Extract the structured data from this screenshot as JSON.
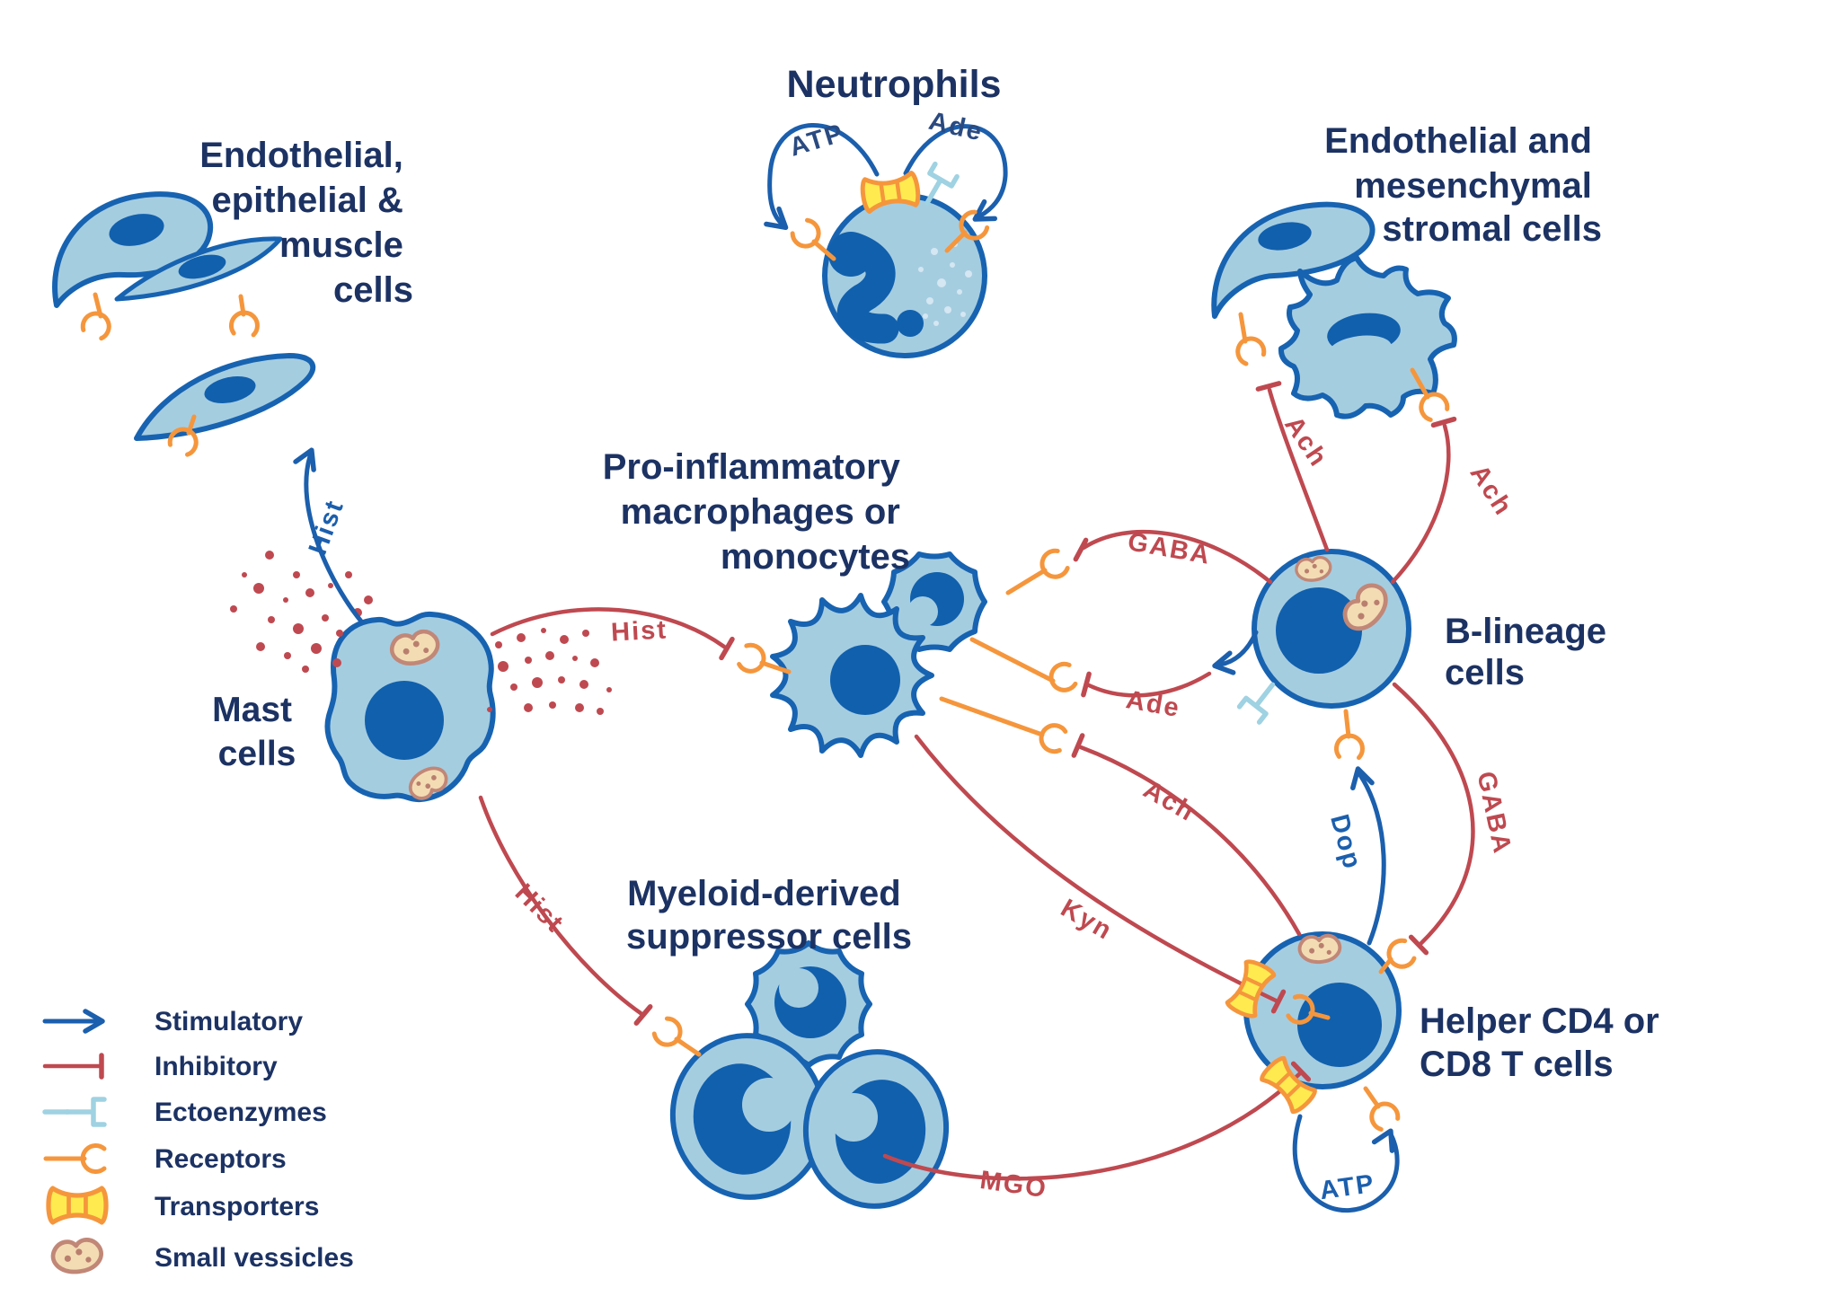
{
  "colors": {
    "background": "#ffffff",
    "cell_fill": "#a5cde0",
    "cell_outline": "#1763b1",
    "nucleus": "#1160ad",
    "label_text": "#1c3263",
    "stimulatory_blue": "#1b5fad",
    "inhibitory_red": "#bf4950",
    "receptor_orange": "#f5963c",
    "transporter_yellow": "#ffeb50",
    "ectoenzyme_blue": "#9fd2e2",
    "vesicle_fill": "#f3dcb4",
    "vesicle_outline": "#c18777"
  },
  "cells": {
    "neutrophils": {
      "label_lines": [
        "Neutrophils"
      ]
    },
    "endothelial_epithelial_muscle": {
      "label_lines": [
        "Endothelial,",
        "epithelial &",
        "muscle",
        "cells"
      ]
    },
    "endothelial_mesenchymal": {
      "label_lines": [
        "Endothelial and",
        "mesenchymal",
        "stromal cells"
      ]
    },
    "macrophages_monocytes": {
      "label_lines": [
        "Pro-inflammatory",
        "macrophages or",
        "monocytes"
      ]
    },
    "mast_cells": {
      "label_lines": [
        "Mast",
        "cells"
      ]
    },
    "mdsc": {
      "label_lines": [
        "Myeloid-derived",
        "suppressor cells"
      ]
    },
    "b_lineage": {
      "label_lines": [
        "B-lineage",
        "cells"
      ]
    },
    "helper_t": {
      "label_lines": [
        "Helper CD4 or",
        "CD8 T cells"
      ]
    }
  },
  "signals": {
    "atp_neutrophil": {
      "label": "ATP",
      "type": "stimulatory",
      "from": "neutrophils",
      "to": "neutrophils"
    },
    "ade_neutrophil": {
      "label": "Ade",
      "type": "stimulatory",
      "from": "neutrophils",
      "to": "neutrophils"
    },
    "hist_mast_to_endo": {
      "label": "Hist",
      "type": "stimulatory",
      "from": "mast_cells",
      "to": "endothelial_epithelial_muscle"
    },
    "hist_mast_to_mac": {
      "label": "Hist",
      "type": "inhibitory",
      "from": "mast_cells",
      "to": "macrophages_monocytes"
    },
    "hist_mast_to_mdsc": {
      "label": "Hist",
      "type": "inhibitory",
      "from": "mast_cells",
      "to": "mdsc"
    },
    "gaba_b_to_mac": {
      "label": "GABA",
      "type": "inhibitory",
      "from": "b_lineage",
      "to": "macrophages_monocytes"
    },
    "ade_b_to_mac": {
      "label": "Ade",
      "type": "inhibitory",
      "from": "b_lineage",
      "to": "macrophages_monocytes"
    },
    "ach_t_to_mac": {
      "label": "Ach",
      "type": "inhibitory",
      "from": "helper_t",
      "to": "macrophages_monocytes"
    },
    "kyn_mac_to_t": {
      "label": "Kyn",
      "type": "inhibitory",
      "from": "macrophages_monocytes",
      "to": "helper_t"
    },
    "dop_t_to_b": {
      "label": "Dop",
      "type": "stimulatory",
      "from": "helper_t",
      "to": "b_lineage"
    },
    "gaba_b_to_t": {
      "label": "GABA",
      "type": "inhibitory",
      "from": "b_lineage",
      "to": "helper_t"
    },
    "mgo_mdsc_to_t": {
      "label": "MGO",
      "type": "inhibitory",
      "from": "mdsc",
      "to": "helper_t"
    },
    "ach_b_to_endo": {
      "label": "Ach",
      "type": "inhibitory",
      "from": "b_lineage",
      "to": "endothelial_mesenchymal"
    },
    "ach_b_to_mesenchymal": {
      "label": "Ach",
      "type": "inhibitory",
      "from": "b_lineage",
      "to": "endothelial_mesenchymal"
    },
    "atp_t": {
      "label": "ATP",
      "type": "stimulatory",
      "from": "helper_t",
      "to": "helper_t"
    }
  },
  "legend": {
    "items": [
      {
        "label": "Stimulatory",
        "symbol": "stimulatory-arrow"
      },
      {
        "label": "Inhibitory",
        "symbol": "inhibitory-bar"
      },
      {
        "label": "Ectoenzymes",
        "symbol": "ectoenzyme-fork"
      },
      {
        "label": "Receptors",
        "symbol": "receptor-cup"
      },
      {
        "label": "Transporters",
        "symbol": "transporter-channel"
      },
      {
        "label": "Small vessicles",
        "symbol": "vesicle-bean"
      }
    ]
  }
}
